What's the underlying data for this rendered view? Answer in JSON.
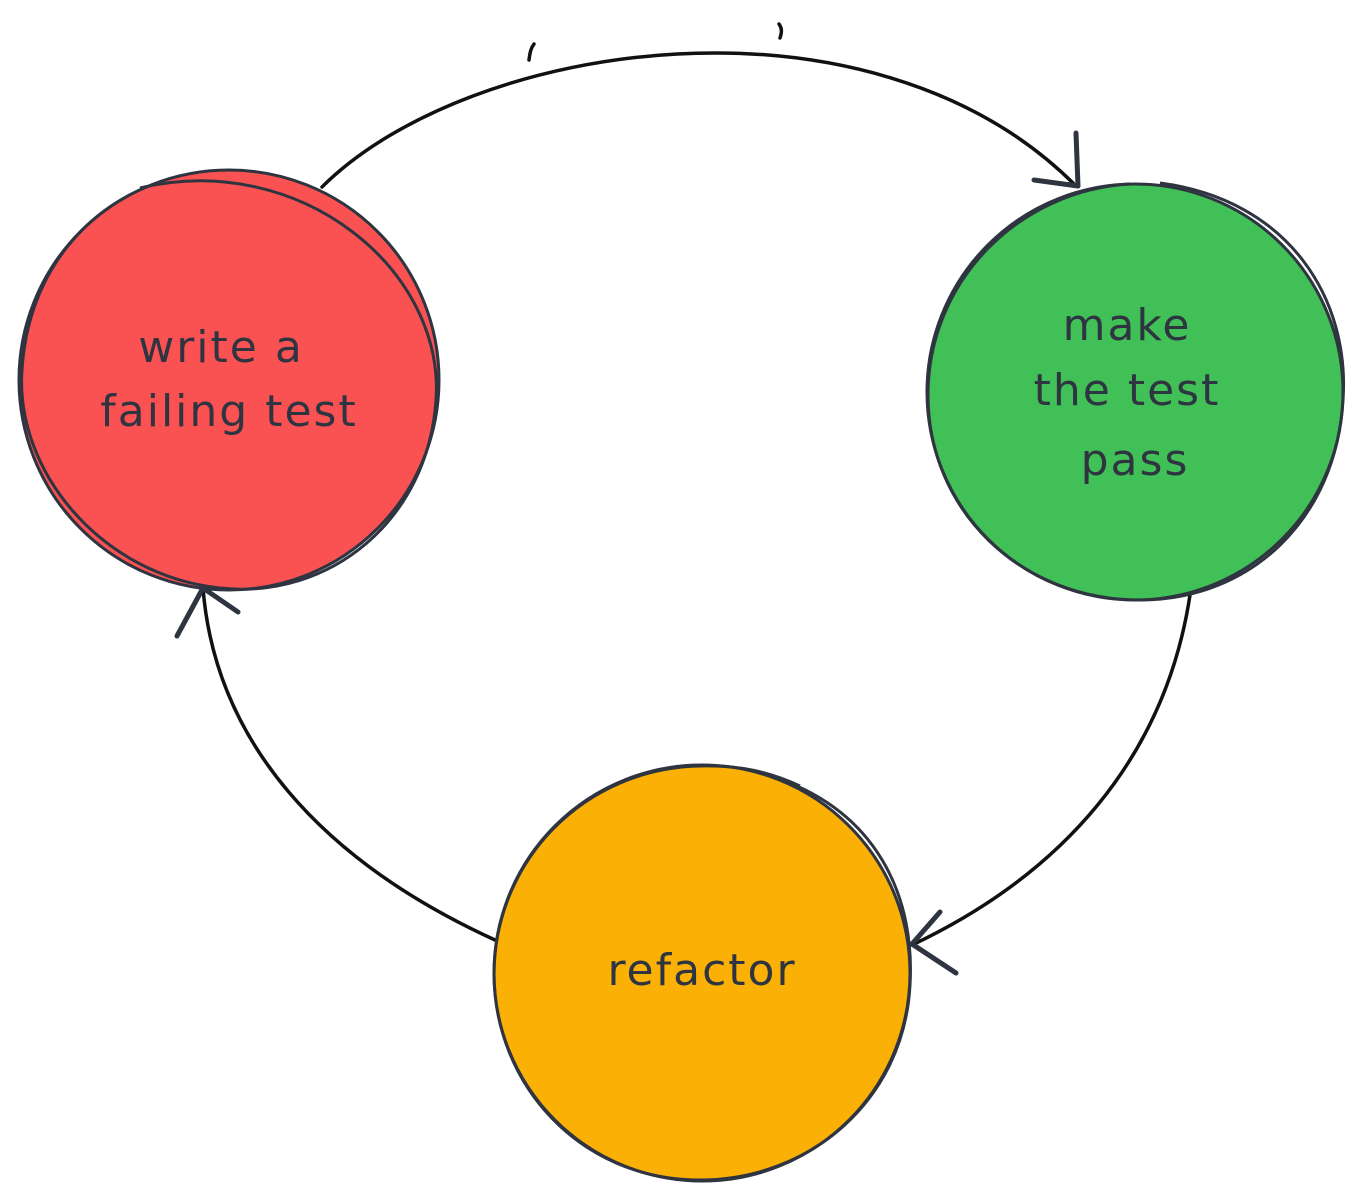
{
  "nodes": [
    {
      "id": "write",
      "lines": [
        "write a",
        "failing test"
      ],
      "color": "#fa5252"
    },
    {
      "id": "pass",
      "lines": [
        "make",
        "the test",
        "pass"
      ],
      "color": "#40c057"
    },
    {
      "id": "refactor",
      "lines": [
        "refactor"
      ],
      "color": "#fab005"
    }
  ],
  "edges": [
    {
      "from": "write",
      "to": "pass"
    },
    {
      "from": "pass",
      "to": "refactor"
    },
    {
      "from": "refactor",
      "to": "write"
    }
  ]
}
